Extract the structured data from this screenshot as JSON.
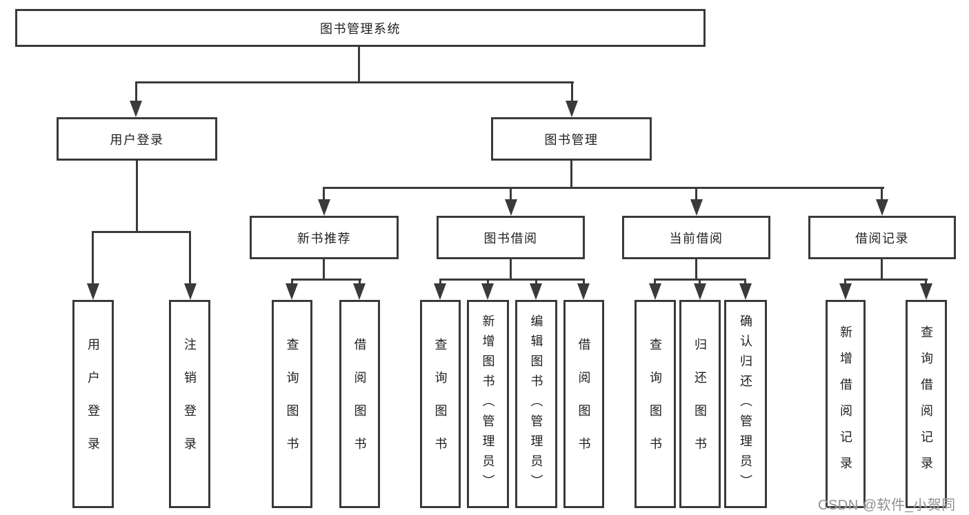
{
  "tree": {
    "root": {
      "label": "图书管理系统"
    },
    "branches": [
      {
        "label": "用户登录",
        "children": [
          {
            "label": "用户登录"
          },
          {
            "label": "注销登录"
          }
        ]
      },
      {
        "label": "图书管理",
        "children": [
          {
            "label": "新书推荐",
            "children": [
              {
                "label": "查询图书"
              },
              {
                "label": "借阅图书"
              }
            ]
          },
          {
            "label": "图书借阅",
            "children": [
              {
                "label": "查询图书"
              },
              {
                "label": "新增图书（管理员）"
              },
              {
                "label": "编辑图书（管理员）"
              },
              {
                "label": "借阅图书"
              }
            ]
          },
          {
            "label": "当前借阅",
            "children": [
              {
                "label": "查询图书"
              },
              {
                "label": "归还图书"
              },
              {
                "label": "确认归还（管理员）"
              }
            ]
          },
          {
            "label": "借阅记录",
            "children": [
              {
                "label": "新增借阅记录"
              },
              {
                "label": "查询借阅记录"
              }
            ]
          }
        ]
      }
    ]
  },
  "watermark": "CSDN @软件_小贺同学",
  "colors": {
    "line": "#3a3a3a",
    "text": "#1f1f1f",
    "background": "#ffffff",
    "watermark": "#8f8f8f"
  }
}
